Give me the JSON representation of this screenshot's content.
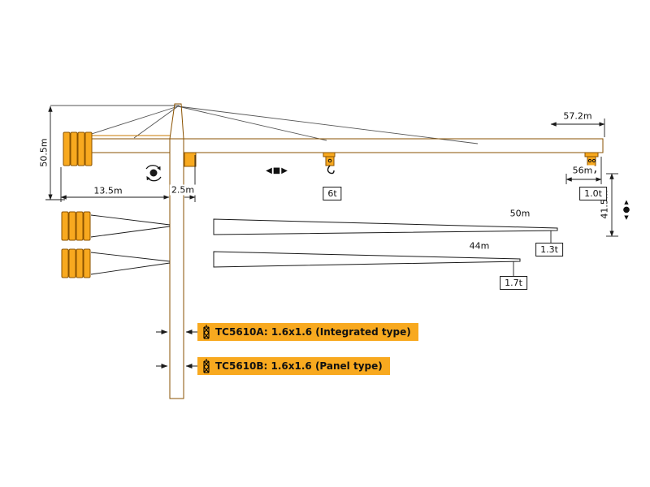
{
  "colors": {
    "crane": "#F8A91F",
    "outline": "#8A5200",
    "lattice": "#C97900",
    "line": "#1A1A1A",
    "labelbg": "#F8A91F"
  },
  "dimensions": {
    "total_height": "50.5m",
    "counter_jib_length": "13.5m",
    "rear_offset": "2.5m",
    "jib_57": "57.2m",
    "jib_56_radius": "56m",
    "hook_height": "41.5m"
  },
  "loads": {
    "max_load": "6t",
    "tip_load_56": "1.0t",
    "tip_load_50": "1.3t",
    "tip_load_44": "1.7t"
  },
  "alt_jibs": {
    "jib_50": "50m",
    "jib_44": "44m"
  },
  "models": {
    "a": "TC5610A: 1.6x1.6 (Integrated type)",
    "b": "TC5610B: 1.6x1.6 (Panel type)"
  },
  "icons": {
    "trolley": "◀■▶",
    "hoist_up": "▲",
    "hoist_mid": "●",
    "hoist_down": "▼"
  }
}
